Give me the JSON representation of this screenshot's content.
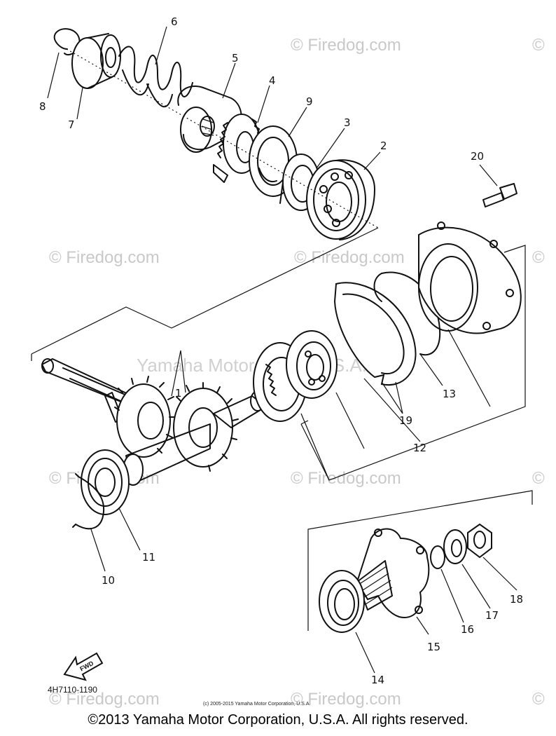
{
  "callouts": {
    "c1": "1",
    "c2": "2",
    "c3": "3",
    "c4": "4",
    "c5": "5",
    "c6": "6",
    "c7": "7",
    "c8": "8",
    "c9": "9",
    "c10": "10",
    "c11": "11",
    "c12": "12",
    "c13": "13",
    "c14": "14",
    "c15": "15",
    "c16": "16",
    "c17": "17",
    "c18": "18",
    "c19": "19",
    "c20": "20"
  },
  "watermarks": {
    "firedog": "© Firedog.com",
    "firedog_short": "©",
    "yamaha": "Yamaha Motor Corp., U.S.A."
  },
  "fwd_label": "FWD",
  "diagram_code": "4H7110-1190",
  "small_copyright": "(c) 2005-2015 Yamaha Motor Corporation, U.S.A.",
  "footer": "©2013 Yamaha Motor Corporation, U.S.A. All rights reserved."
}
